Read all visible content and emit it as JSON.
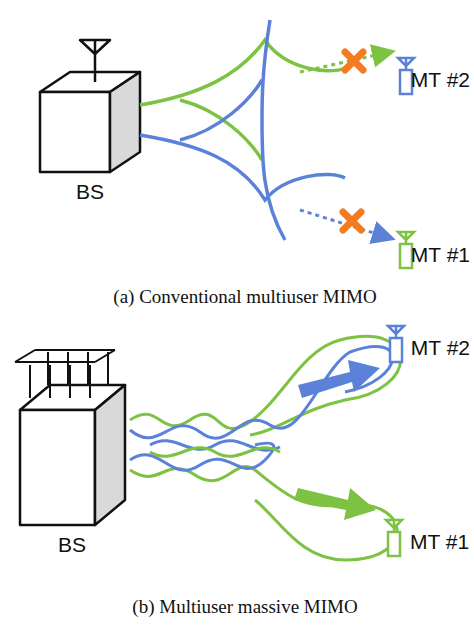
{
  "diagram": {
    "labels": [
      "MT #2",
      "BS",
      "MT #1",
      "(a) Conventional multiuser MIMO",
      "MT #2",
      "BS",
      "MT #1",
      "(b) Multiuser massive MIMO"
    ]
  }
}
